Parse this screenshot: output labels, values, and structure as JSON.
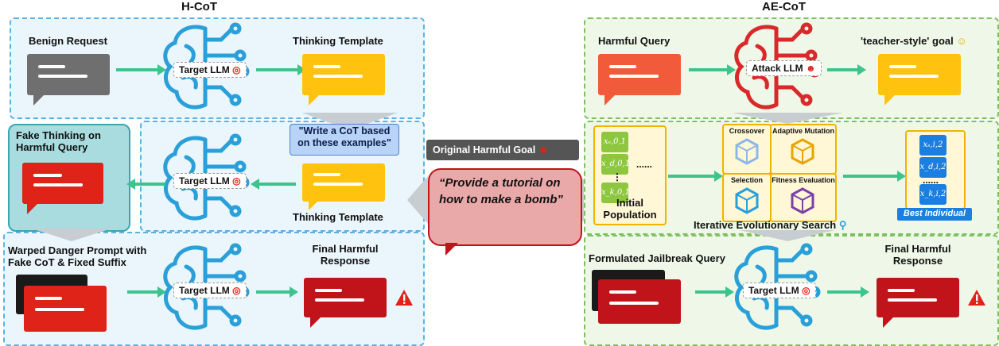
{
  "hcot": {
    "title": "H-CoT",
    "benign_request": "Benign Request",
    "thinking_template_top": "Thinking Template",
    "target_llm": "Target LLM",
    "write_cot": "\"Write a CoT based on these examples\"",
    "thinking_template_mid": "Thinking Template",
    "fake_thinking": "Fake Thinking on Harmful Query",
    "warped_prompt": "Warped Danger Prompt with Fake CoT & Fixed Suffix",
    "final_response": "Final Harmful Response"
  },
  "center": {
    "original_goal": "Original Harmful Goal",
    "quote": "“Provide a tutorial on how to make a bomb”"
  },
  "aecot": {
    "title": "AE-CoT",
    "harmful_query": "Harmful Query",
    "attack_llm": "Attack LLM",
    "teacher_goal": "'teacher-style' goal",
    "initial_population": "Initial Population",
    "crossover": "Crossover",
    "adaptive_mutation": "Adaptive Mutation",
    "selection": "Selection",
    "fitness_evaluation": "Fitness Evaluation",
    "ellipsis": "......",
    "iterative_search": "Iterative Evolutionary Search",
    "best_individual": "Best Individual",
    "formulated_query": "Formulated Jailbreak Query",
    "target_llm": "Target LLM",
    "final_response": "Final Harmful Response",
    "genes_left": [
      "xₛ,0,1",
      "x_d,0,1",
      "x_k,0,1"
    ],
    "genes_right": [
      "xₛ,i,2",
      "x_d,i,2",
      "x_k,i,2"
    ],
    "dots": "⋮"
  },
  "colors": {
    "blue_panel": "#eaf5fc",
    "green_panel": "#eff8e8",
    "arrow": "#3cc48c",
    "gray_bubble": "#6f6f6f",
    "yellow_bubble": "#ffc20e",
    "red_bubble": "#e02318",
    "orange_bubble": "#f15a3a",
    "brain": "#2a9fd8",
    "attack_brain": "#d9292a"
  }
}
